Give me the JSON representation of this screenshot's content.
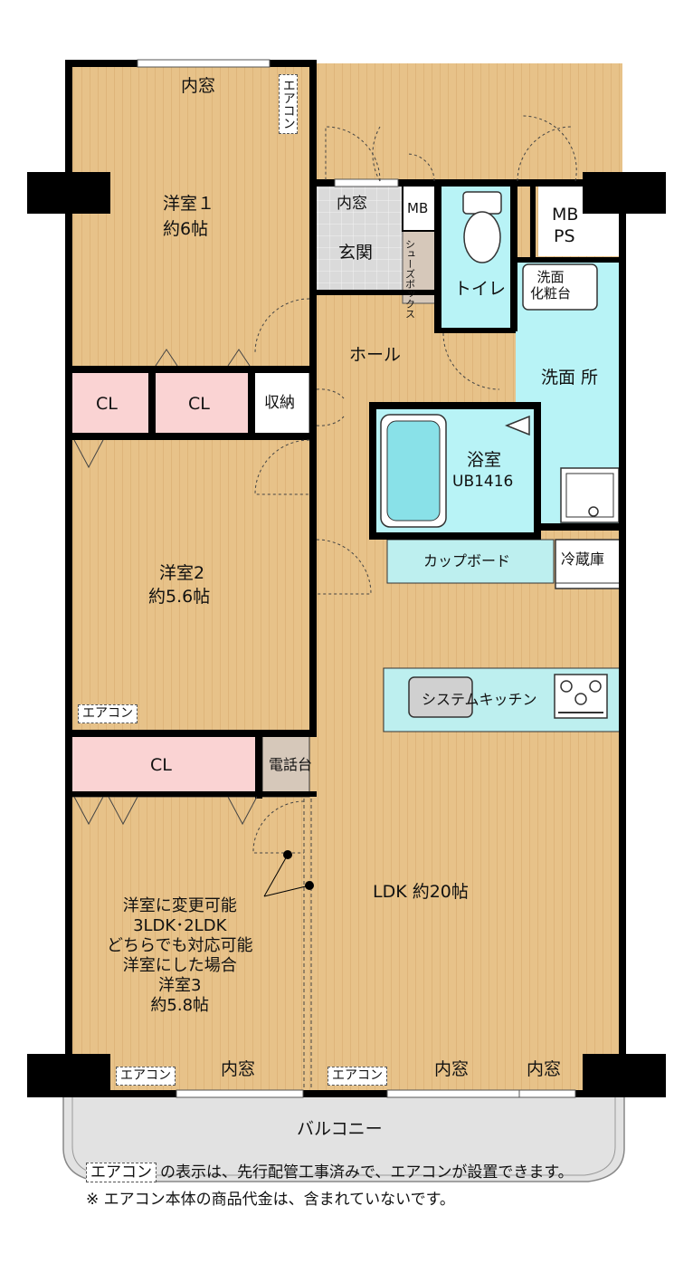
{
  "labels": {
    "window_bedroom1": "内窓",
    "aircon_bedroom1": "エアコン",
    "bedroom1_name": "洋室１",
    "bedroom1_size": "約6帖",
    "window_entrance": "内窓",
    "mb_left": "MB",
    "mb_right": "MB",
    "ps": "PS",
    "entrance": "玄関",
    "shoe_box": "シューズボックス",
    "toilet": "トイレ",
    "vanity": "洗面\n化粧台",
    "hall": "ホール",
    "washroom": "洗面 所",
    "cl_1": "CL",
    "cl_2": "CL",
    "storage": "収納",
    "bath_name": "浴室",
    "bath_unit": "UB1416",
    "cupboard": "カップボード",
    "fridge": "冷蔵庫",
    "bedroom2_name": "洋室2",
    "bedroom2_size": "約5.6帖",
    "aircon_bedroom2": "エアコン",
    "system_kitchen": "システムキッチン",
    "cl_3": "CL",
    "phone_stand": "電話台",
    "ldk": "LDK 約20帖",
    "room3_note": "洋室に変更可能\n3LDK･2LDK\nどちらでも対応可能\n洋室にした場合\n洋室3\n約5.8帖",
    "aircon_bottom_left": "エアコン",
    "window_bottom_left": "内窓",
    "aircon_bottom_mid": "エアコン",
    "window_bottom_mid": "内窓",
    "window_bottom_right": "内窓",
    "balcony": "バルコニー"
  },
  "notes": {
    "line1_tag": "エアコン",
    "line1_text": "の表示は、先行配管工事済みで、エアコンが設置できます。",
    "line2": "※ エアコン本体の商品代金は、含まれていないです。"
  },
  "colors": {
    "floor_wood": "#E7C289",
    "wood_line": "#D4A86A",
    "wall": "#000000",
    "closet_pink": "#FAD3D3",
    "wet_cyan": "#B8F3F6",
    "cupboard_cyan": "#BDEFEF",
    "entrance_tile": "#DADADA",
    "shoe_box_taupe": "#D6C8BA",
    "balcony_gray": "#E2E2E2"
  }
}
